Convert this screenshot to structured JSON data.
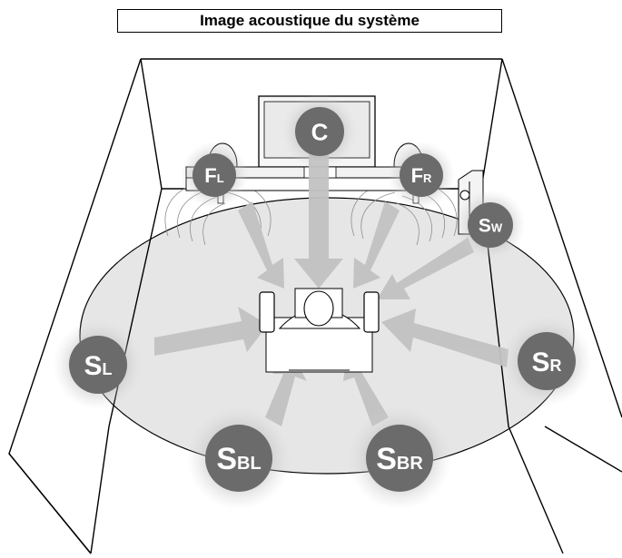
{
  "title": "Image acoustique du système",
  "speakers": {
    "c": {
      "main": "C",
      "sub": ""
    },
    "fl": {
      "main": "F",
      "sub": "L"
    },
    "fr": {
      "main": "F",
      "sub": "R"
    },
    "sw": {
      "main": "S",
      "sub": "W"
    },
    "sl": {
      "main": "S",
      "sub": "L"
    },
    "sr": {
      "main": "S",
      "sub": "R"
    },
    "sbl": {
      "main": "S",
      "sub": "BL"
    },
    "sbr": {
      "main": "S",
      "sub": "BR"
    }
  },
  "colors": {
    "floor": "#e4e4e4",
    "bubble": "#6b6b6b",
    "bubble_glow": "#b5b5b5",
    "arrow": "#c4c4c4",
    "line": "#000000"
  },
  "icons": {
    "tv": "television-icon",
    "listener": "listener-in-chair-icon",
    "subwoofer": "subwoofer-box-icon"
  }
}
